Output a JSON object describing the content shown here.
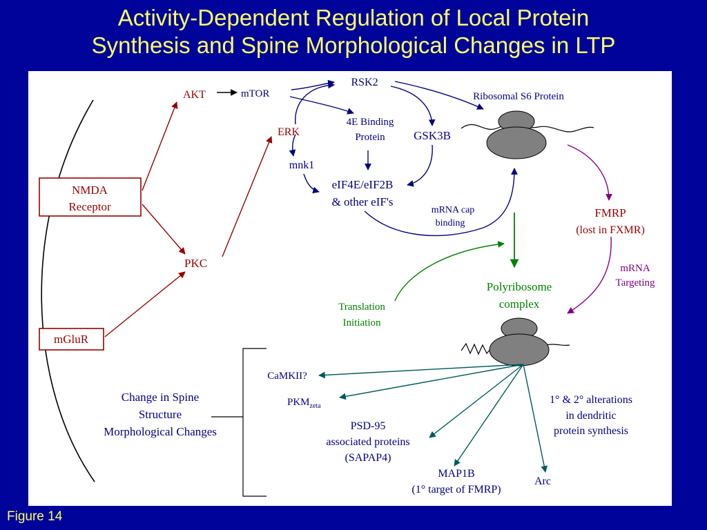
{
  "title": {
    "line1": "Activity-Dependent Regulation of Local Protein",
    "line2": "Synthesis and Spine Morphological Changes in LTP"
  },
  "footer": "Figure 14",
  "colors": {
    "background": "#000399",
    "title": "#FFFF66",
    "red": "#990000",
    "navy": "#000080",
    "green": "#008000",
    "purple": "#800080",
    "teal": "#005A5A",
    "ribosome": "#808080"
  },
  "labels": {
    "akt": "AKT",
    "mtor": "mTOR",
    "rsk2": "RSK2",
    "ribosomal_s6": "Ribosomal S6 Protein",
    "erk": "ERK",
    "binding_4e_1": "4E Binding",
    "binding_4e_2": "Protein",
    "gsk3b": "GSK3B",
    "mnk1": "mnk1",
    "eif_1": "eIF4E/eIF2B",
    "eif_2": "& other eIF's",
    "nmda_1": "NMDA",
    "nmda_2": "Receptor",
    "mrna_cap_1": "mRNA cap",
    "mrna_cap_2": "binding",
    "fmrp": "FMRP",
    "fmrp_sub": "(lost in FXMR)",
    "pkc": "PKC",
    "mrna_targeting_1": "mRNA",
    "mrna_targeting_2": "Targeting",
    "polyribosome_1": "Polyribosome",
    "polyribosome_2": "complex",
    "translation_1": "Translation",
    "translation_2": "Initiation",
    "mglur": "mGluR",
    "camkii": "CaMKII?",
    "pkm": "PKM",
    "pkm_sub": "zeta",
    "spine_1": "Change in Spine",
    "spine_2": "Structure",
    "spine_3": "Morphological Changes",
    "psd95_1": "PSD-95",
    "psd95_2": "associated proteins",
    "psd95_3": "(SAPAP4)",
    "alterations_1": "1° & 2° alterations",
    "alterations_2": "in dendritic",
    "alterations_3": "protein synthesis",
    "map1b_1": "MAP1B",
    "map1b_2": "(1° target of FMRP)",
    "arc": "Arc"
  }
}
